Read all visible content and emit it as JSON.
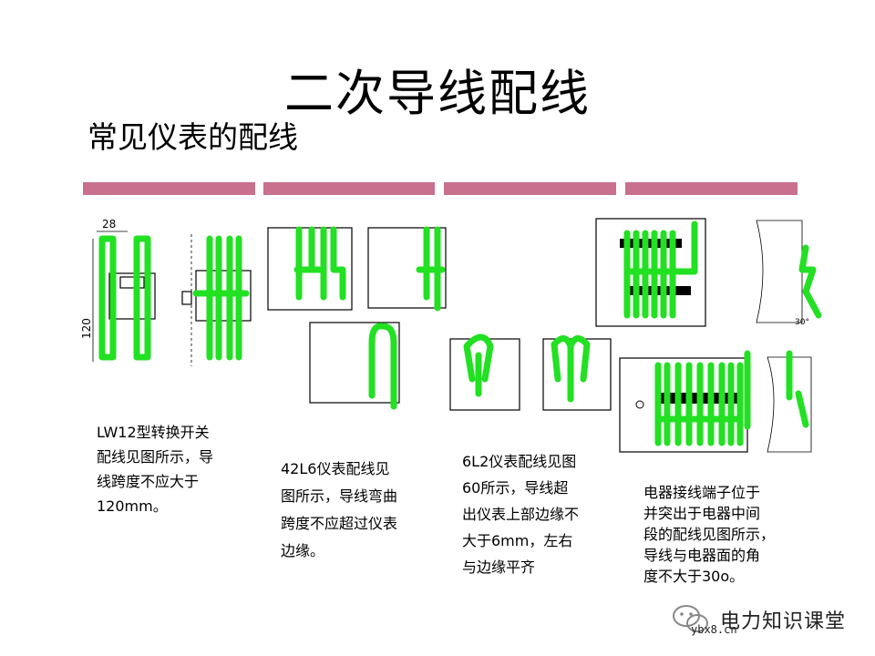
{
  "slide": {
    "title": "二次导线配线",
    "subtitle": "常见仪表的配线",
    "accent_color": "#c9708f",
    "wire_color": "#22e022"
  },
  "diagrams": [
    {
      "name": "LW12转换开关",
      "labels": [
        "28",
        "120"
      ]
    },
    {
      "name": "42L6仪表",
      "labels": []
    },
    {
      "name": "6L2仪表",
      "labels": []
    },
    {
      "name": "电器接线端子",
      "labels": [
        "30°"
      ]
    }
  ],
  "captions": {
    "c1": "LW12型转换开关\n配线见图所示，导\n线跨度不应大于\n120mm。",
    "c2": " 42L6仪表配线见\n图所示，导线弯曲\n跨度不应超过仪表\n边缘。",
    "c3": "6L2仪表配线见图\n60所示，导线超\n出仪表上部边缘不\n大于6mm，左右\n与边缘平齐",
    "c4": "电器接线端子位于\n并突出于电器中间\n段的配线见图所示，\n导线与电器面的角\n度不大于30o。"
  },
  "footer": {
    "icon": "wechat-icon",
    "brand": "电力知识课堂",
    "site": "ybx8.cn"
  }
}
